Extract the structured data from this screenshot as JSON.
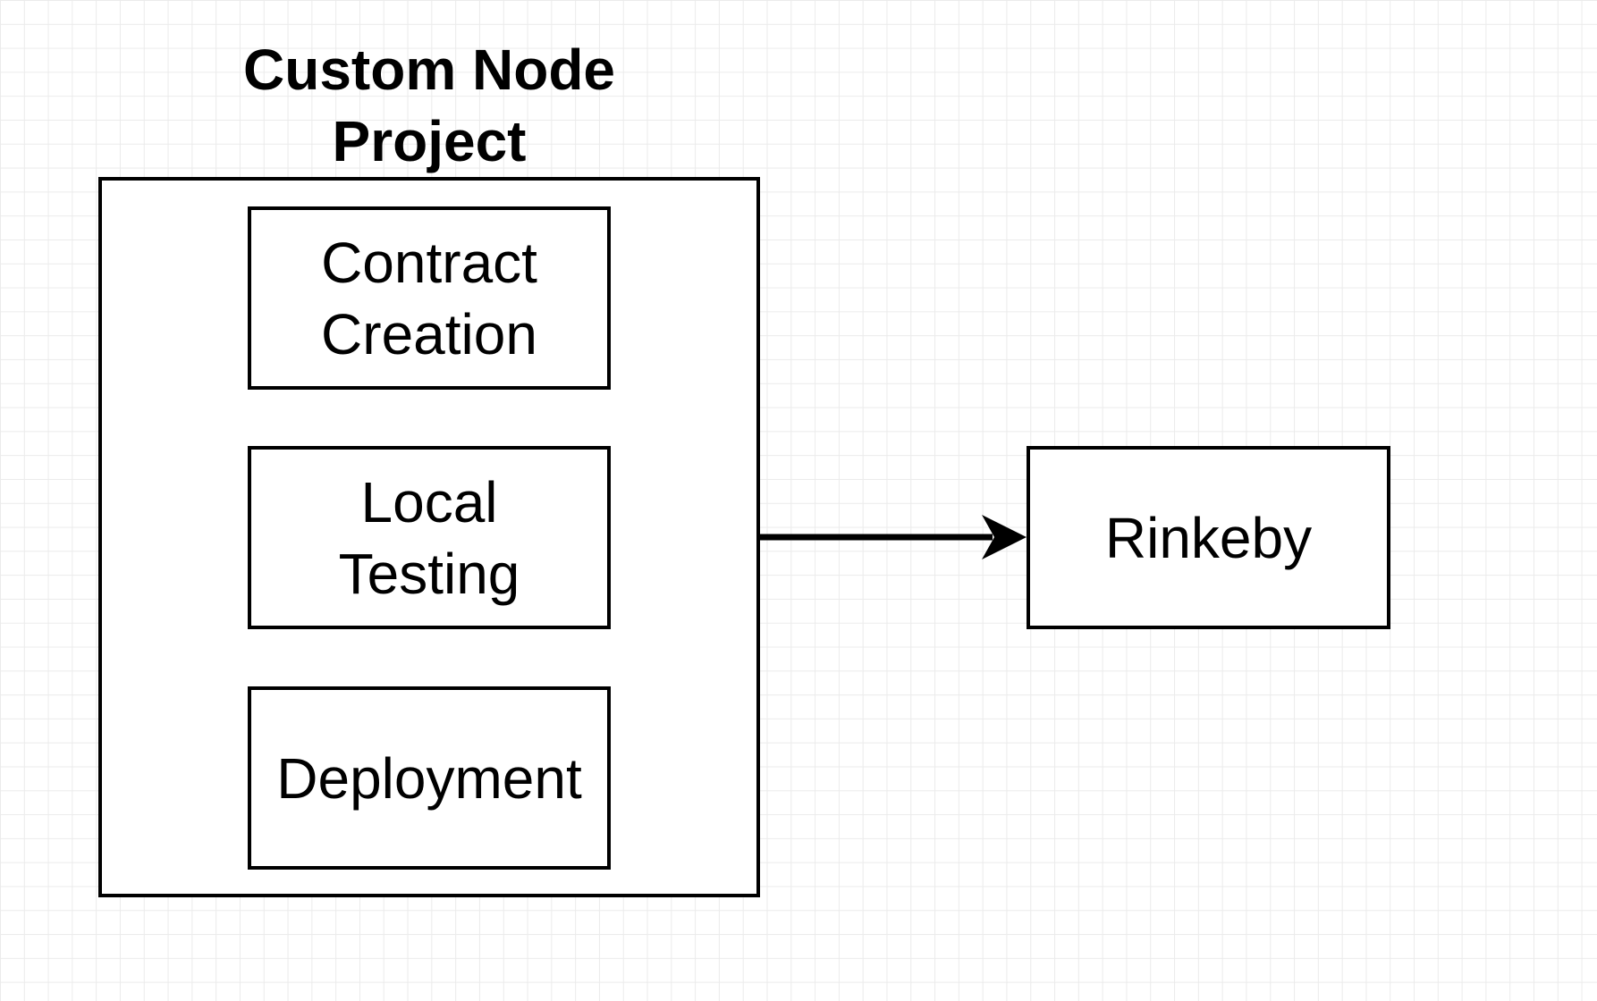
{
  "diagram": {
    "group_title": "Custom Node\nProject",
    "steps": [
      {
        "label": "Contract\nCreation"
      },
      {
        "label": "Local\nTesting"
      },
      {
        "label": "Deployment"
      }
    ],
    "target": {
      "label": "Rinkeby"
    }
  },
  "colors": {
    "stroke": "#000000",
    "background": "#ffffff",
    "grid": "#ebebeb"
  }
}
